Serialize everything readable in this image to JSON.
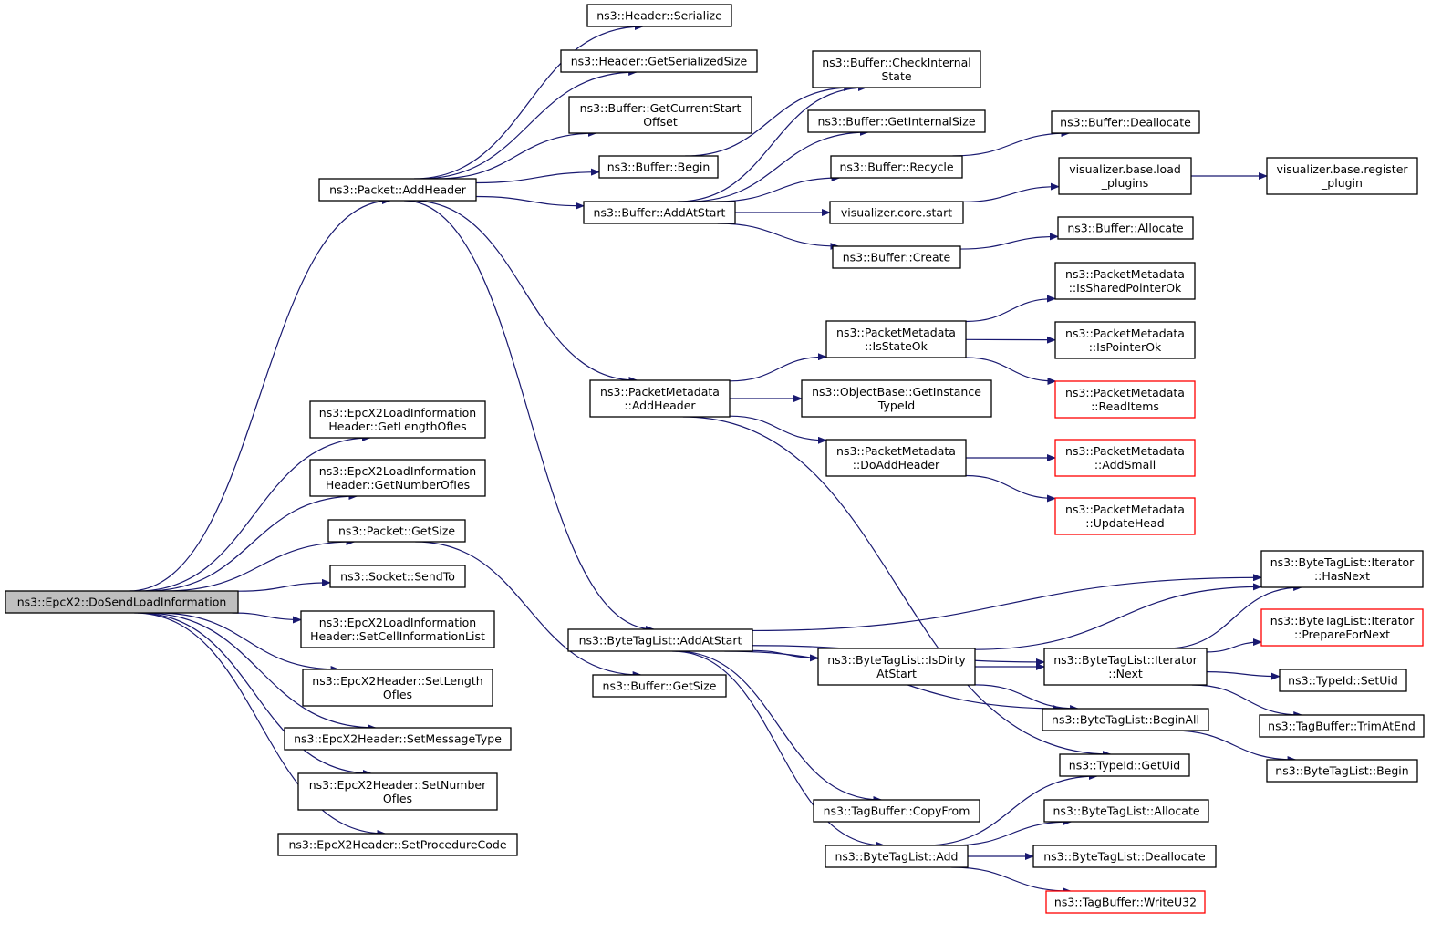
{
  "graph": {
    "edge_color": "#191970",
    "root_fill": "#bfbfbf",
    "truncated_border": "#ff0000",
    "nodes": [
      {
        "id": "root",
        "lines": [
          "ns3::EpcX2::DoSendLoadInformation"
        ],
        "root": true
      },
      {
        "id": "addheader",
        "lines": [
          "ns3::Packet::AddHeader"
        ]
      },
      {
        "id": "getlenofies",
        "lines": [
          "ns3::EpcX2LoadInformation",
          "Header::GetLengthOfIes"
        ]
      },
      {
        "id": "getnumofies",
        "lines": [
          "ns3::EpcX2LoadInformation",
          "Header::GetNumberOfIes"
        ]
      },
      {
        "id": "pktgetsize",
        "lines": [
          "ns3::Packet::GetSize"
        ]
      },
      {
        "id": "sendto",
        "lines": [
          "ns3::Socket::SendTo"
        ]
      },
      {
        "id": "setcellinfo",
        "lines": [
          "ns3::EpcX2LoadInformation",
          "Header::SetCellInformationList"
        ]
      },
      {
        "id": "setlenofies",
        "lines": [
          "ns3::EpcX2Header::SetLength",
          "OfIes"
        ]
      },
      {
        "id": "setmsgtype",
        "lines": [
          "ns3::EpcX2Header::SetMessageType"
        ]
      },
      {
        "id": "setnumofies",
        "lines": [
          "ns3::EpcX2Header::SetNumber",
          "OfIes"
        ]
      },
      {
        "id": "setproccode",
        "lines": [
          "ns3::EpcX2Header::SetProcedureCode"
        ]
      },
      {
        "id": "hdrserialize",
        "lines": [
          "ns3::Header::Serialize"
        ]
      },
      {
        "id": "hdrgetsersize",
        "lines": [
          "ns3::Header::GetSerializedSize"
        ]
      },
      {
        "id": "bufcurstart",
        "lines": [
          "ns3::Buffer::GetCurrentStart",
          "Offset"
        ]
      },
      {
        "id": "bufbegin",
        "lines": [
          "ns3::Buffer::Begin"
        ]
      },
      {
        "id": "bufaddatstart",
        "lines": [
          "ns3::Buffer::AddAtStart"
        ]
      },
      {
        "id": "pmaddheader",
        "lines": [
          "ns3::PacketMetadata",
          "::AddHeader"
        ]
      },
      {
        "id": "btladdatstart",
        "lines": [
          "ns3::ByteTagList::AddAtStart"
        ]
      },
      {
        "id": "bufgetsize",
        "lines": [
          "ns3::Buffer::GetSize"
        ]
      },
      {
        "id": "bufcheck",
        "lines": [
          "ns3::Buffer::CheckInternal",
          "State"
        ]
      },
      {
        "id": "bufgetintsize",
        "lines": [
          "ns3::Buffer::GetInternalSize"
        ]
      },
      {
        "id": "bufrecycle",
        "lines": [
          "ns3::Buffer::Recycle"
        ]
      },
      {
        "id": "viscorestart",
        "lines": [
          "visualizer.core.start"
        ]
      },
      {
        "id": "bufcreate",
        "lines": [
          "ns3::Buffer::Create"
        ]
      },
      {
        "id": "bufdealloc",
        "lines": [
          "ns3::Buffer::Deallocate"
        ]
      },
      {
        "id": "visloadplugins",
        "lines": [
          "visualizer.base.load",
          "_plugins"
        ]
      },
      {
        "id": "visregplugin",
        "lines": [
          "visualizer.base.register",
          "_plugin"
        ]
      },
      {
        "id": "bufalloc",
        "lines": [
          "ns3::Buffer::Allocate"
        ]
      },
      {
        "id": "pmisstateok",
        "lines": [
          "ns3::PacketMetadata",
          "::IsStateOk"
        ]
      },
      {
        "id": "obgetinsttypeid",
        "lines": [
          "ns3::ObjectBase::GetInstance",
          "TypeId"
        ]
      },
      {
        "id": "pmdoaddheader",
        "lines": [
          "ns3::PacketMetadata",
          "::DoAddHeader"
        ]
      },
      {
        "id": "pmissharedptr",
        "lines": [
          "ns3::PacketMetadata",
          "::IsSharedPointerOk"
        ]
      },
      {
        "id": "pmisptrok",
        "lines": [
          "ns3::PacketMetadata",
          "::IsPointerOk"
        ]
      },
      {
        "id": "pmreaditems",
        "lines": [
          "ns3::PacketMetadata",
          "::ReadItems"
        ],
        "truncated": true
      },
      {
        "id": "pmaddsmall",
        "lines": [
          "ns3::PacketMetadata",
          "::AddSmall"
        ],
        "truncated": true
      },
      {
        "id": "pmupdatehead",
        "lines": [
          "ns3::PacketMetadata",
          "::UpdateHead"
        ],
        "truncated": true
      },
      {
        "id": "btlisdirty",
        "lines": [
          "ns3::ByteTagList::IsDirty",
          "AtStart"
        ]
      },
      {
        "id": "tbcopyfrom",
        "lines": [
          "ns3::TagBuffer::CopyFrom"
        ]
      },
      {
        "id": "btladd",
        "lines": [
          "ns3::ByteTagList::Add"
        ]
      },
      {
        "id": "btlitnext",
        "lines": [
          "ns3::ByteTagList::Iterator",
          "::Next"
        ]
      },
      {
        "id": "btlbeginall",
        "lines": [
          "ns3::ByteTagList::BeginAll"
        ]
      },
      {
        "id": "typeidgetuid",
        "lines": [
          "ns3::TypeId::GetUid"
        ]
      },
      {
        "id": "btlallocate",
        "lines": [
          "ns3::ByteTagList::Allocate"
        ]
      },
      {
        "id": "btldealloc",
        "lines": [
          "ns3::ByteTagList::Deallocate"
        ]
      },
      {
        "id": "tbwriteu32",
        "lines": [
          "ns3::TagBuffer::WriteU32"
        ],
        "truncated": true
      },
      {
        "id": "btlithasnext",
        "lines": [
          "ns3::ByteTagList::Iterator",
          "::HasNext"
        ]
      },
      {
        "id": "btlitprepare",
        "lines": [
          "ns3::ByteTagList::Iterator",
          "::PrepareForNext"
        ],
        "truncated": true
      },
      {
        "id": "typeidsetuid",
        "lines": [
          "ns3::TypeId::SetUid"
        ]
      },
      {
        "id": "tbtrimatend",
        "lines": [
          "ns3::TagBuffer::TrimAtEnd"
        ]
      },
      {
        "id": "btlbegin",
        "lines": [
          "ns3::ByteTagList::Begin"
        ]
      }
    ],
    "edges": [
      [
        "root",
        "addheader"
      ],
      [
        "root",
        "getlenofies"
      ],
      [
        "root",
        "getnumofies"
      ],
      [
        "root",
        "pktgetsize"
      ],
      [
        "root",
        "sendto"
      ],
      [
        "root",
        "setcellinfo"
      ],
      [
        "root",
        "setlenofies"
      ],
      [
        "root",
        "setmsgtype"
      ],
      [
        "root",
        "setnumofies"
      ],
      [
        "root",
        "setproccode"
      ],
      [
        "addheader",
        "hdrserialize"
      ],
      [
        "addheader",
        "hdrgetsersize"
      ],
      [
        "addheader",
        "bufcurstart"
      ],
      [
        "addheader",
        "bufbegin"
      ],
      [
        "addheader",
        "bufaddatstart"
      ],
      [
        "addheader",
        "pmaddheader"
      ],
      [
        "addheader",
        "btladdatstart"
      ],
      [
        "pktgetsize",
        "bufgetsize"
      ],
      [
        "bufbegin",
        "bufcheck"
      ],
      [
        "bufaddatstart",
        "bufcheck"
      ],
      [
        "bufaddatstart",
        "bufgetintsize"
      ],
      [
        "bufaddatstart",
        "bufrecycle"
      ],
      [
        "bufaddatstart",
        "viscorestart"
      ],
      [
        "bufaddatstart",
        "bufcreate"
      ],
      [
        "bufrecycle",
        "bufdealloc"
      ],
      [
        "viscorestart",
        "visloadplugins"
      ],
      [
        "visloadplugins",
        "visregplugin"
      ],
      [
        "bufcreate",
        "bufalloc"
      ],
      [
        "pmaddheader",
        "pmisstateok"
      ],
      [
        "pmaddheader",
        "obgetinsttypeid"
      ],
      [
        "pmaddheader",
        "pmdoaddheader"
      ],
      [
        "pmaddheader",
        "typeidgetuid"
      ],
      [
        "pmisstateok",
        "pmissharedptr"
      ],
      [
        "pmisstateok",
        "pmisptrok"
      ],
      [
        "pmisstateok",
        "pmreaditems"
      ],
      [
        "pmdoaddheader",
        "pmaddsmall"
      ],
      [
        "pmdoaddheader",
        "pmupdatehead"
      ],
      [
        "btladdatstart",
        "btlithasnext"
      ],
      [
        "btladdatstart",
        "btlitnext"
      ],
      [
        "btladdatstart",
        "btlisdirty"
      ],
      [
        "btladdatstart",
        "btlbeginall"
      ],
      [
        "btladdatstart",
        "tbcopyfrom"
      ],
      [
        "btladdatstart",
        "btladd"
      ],
      [
        "btlisdirty",
        "btlithasnext"
      ],
      [
        "btlisdirty",
        "btlitnext"
      ],
      [
        "btlisdirty",
        "btlbeginall"
      ],
      [
        "btlitnext",
        "btlithasnext"
      ],
      [
        "btlitnext",
        "btlitprepare"
      ],
      [
        "btlitnext",
        "typeidsetuid"
      ],
      [
        "btlitnext",
        "tbtrimatend"
      ],
      [
        "btlbeginall",
        "btlbegin"
      ],
      [
        "btladd",
        "typeidgetuid"
      ],
      [
        "btladd",
        "btlallocate"
      ],
      [
        "btladd",
        "btldealloc"
      ],
      [
        "btladd",
        "tbwriteu32"
      ]
    ]
  }
}
